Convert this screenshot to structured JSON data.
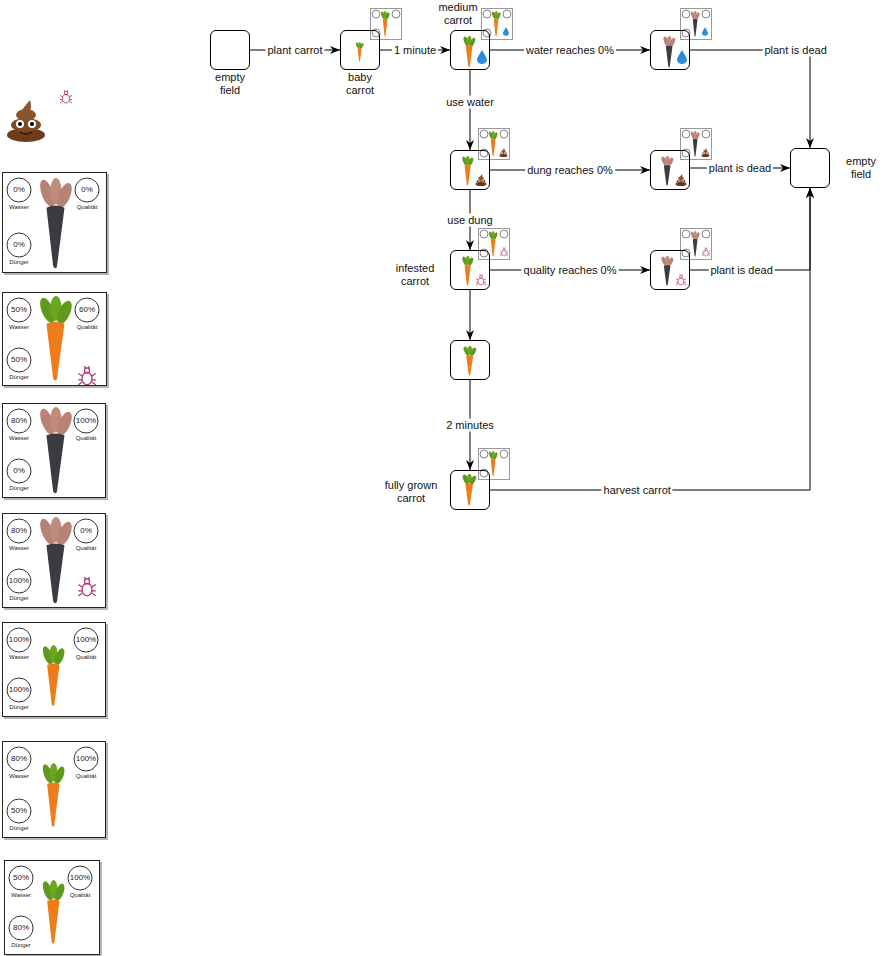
{
  "diagram": {
    "nodes": [
      {
        "text": [
          "empty field"
        ]
      },
      {
        "text": [
          "baby carrot"
        ]
      },
      {
        "text": [
          "medium carrot"
        ]
      },
      {
        "text": []
      },
      {
        "text": []
      },
      {
        "text": []
      },
      {
        "text": [
          "empty field"
        ]
      },
      {
        "text": [
          "infested carrot"
        ]
      },
      {
        "text": []
      },
      {
        "text": []
      },
      {
        "text": [
          "fully grown carrot"
        ]
      },
      {
        "text": [
          "0%",
          "Wasser",
          "0%",
          "Qualität",
          "0%",
          "Dünger"
        ]
      },
      {
        "text": [
          "50%",
          "Wasser",
          "60%",
          "Qualität",
          "50%",
          "Dünger"
        ]
      },
      {
        "text": [
          "80%",
          "Wasser",
          "100%",
          "Qualität",
          "0%",
          "Dünger"
        ]
      },
      {
        "text": [
          "80%",
          "Wasser",
          "0%",
          "Qualität",
          "100%",
          "Dünger"
        ]
      },
      {
        "text": [
          "100%",
          "Wasser",
          "100%",
          "Qualität",
          "100%",
          "Dünger"
        ]
      },
      {
        "text": [
          "80%",
          "Wasser",
          "100%",
          "Qualität",
          "50%",
          "Dünger"
        ]
      },
      {
        "text": [
          "50%",
          "Wasser",
          "100%",
          "Qualität",
          "80%",
          "Dünger"
        ]
      }
    ],
    "edges": [
      {
        "from": 0,
        "to": 1,
        "arrow": "to",
        "label": "plant carrot"
      },
      {
        "from": 1,
        "to": 2,
        "arrow": "to",
        "label": "1 minute"
      },
      {
        "from": 2,
        "to": 3,
        "arrow": "to",
        "label": "water reaches 0%"
      },
      {
        "from": 3,
        "to": 6,
        "arrow": "to",
        "label": "plant is dead"
      },
      {
        "from": 2,
        "to": 4,
        "arrow": "to",
        "label": "use water"
      },
      {
        "from": 4,
        "to": 5,
        "arrow": "to",
        "label": "dung reaches 0%"
      },
      {
        "from": 5,
        "to": 6,
        "arrow": "to",
        "label": "plant is dead"
      },
      {
        "from": 4,
        "to": 7,
        "arrow": "to",
        "label": "use dung"
      },
      {
        "from": 7,
        "to": 8,
        "arrow": "to",
        "label": "quality reaches 0%"
      },
      {
        "from": 8,
        "to": 6,
        "arrow": "to",
        "label": "plant is dead"
      },
      {
        "from": 7,
        "to": 9,
        "arrow": "to"
      },
      {
        "from": 9,
        "to": 10,
        "arrow": "to",
        "label": "2 minutes"
      },
      {
        "from": 10,
        "to": 6,
        "arrow": "to",
        "label": "harvest carrot"
      }
    ]
  }
}
